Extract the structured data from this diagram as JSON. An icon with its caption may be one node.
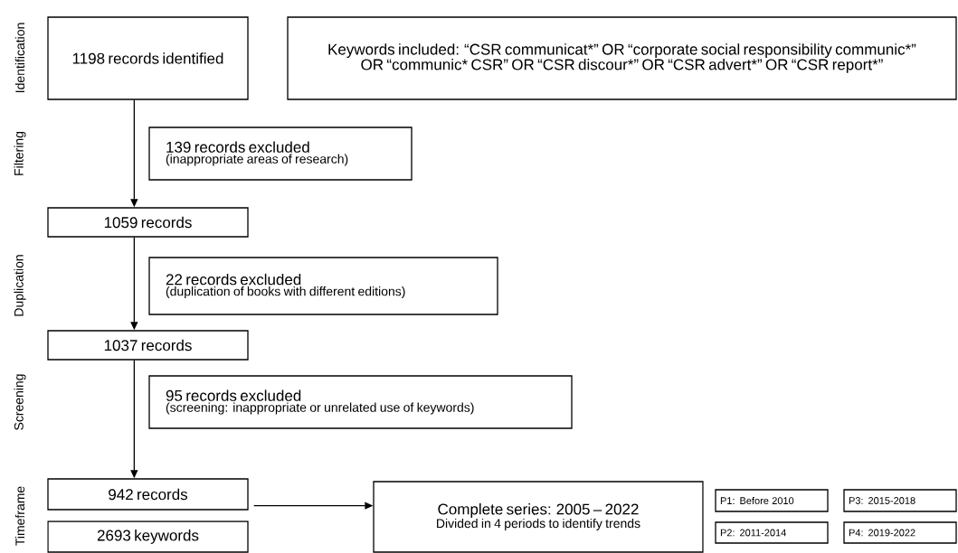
{
  "diagram": {
    "nodes": [
      {
        "text": [
          "1198 records identified"
        ]
      },
      {
        "text": [
          "Keywords included: “CSR communicat*” OR “corporate social responsibility communic*” OR “communic* CSR” OR “CSR discour*” OR “CSR advert*” OR “CSR report*”"
        ]
      },
      {
        "text": [
          "139 records excluded",
          "(inappropriate areas of research)"
        ]
      },
      {
        "text": [
          "1059 records"
        ]
      },
      {
        "text": [
          "22 records excluded",
          "(duplication of books with different editions)"
        ]
      },
      {
        "text": [
          "1037 records"
        ]
      },
      {
        "text": [
          "95 records excluded",
          "(screening: inappropriate or unrelated use of keywords)"
        ]
      },
      {
        "text": [
          "942 records"
        ]
      },
      {
        "text": [
          "2693 keywords"
        ]
      },
      {
        "text": [
          "Complete series: 2005 – 2022",
          "Divided in 4 periods to identify trends"
        ]
      },
      {
        "text": [
          "P1: Before 2010"
        ]
      },
      {
        "text": [
          "P3: 2015-2018"
        ]
      },
      {
        "text": [
          "P2: 2011-2014"
        ]
      },
      {
        "text": [
          "P4: 2019-2022"
        ]
      }
    ],
    "edges": [
      {
        "from": 0,
        "to": 3,
        "arrow": "to"
      },
      {
        "from": 3,
        "to": 5,
        "arrow": "to"
      },
      {
        "from": 5,
        "to": 7,
        "arrow": "to"
      },
      {
        "from": 7,
        "to": 9,
        "arrow": "to"
      }
    ],
    "labels": [
      "Identification",
      "Filtering",
      "Duplication",
      "Screening",
      "Timeframe"
    ]
  }
}
